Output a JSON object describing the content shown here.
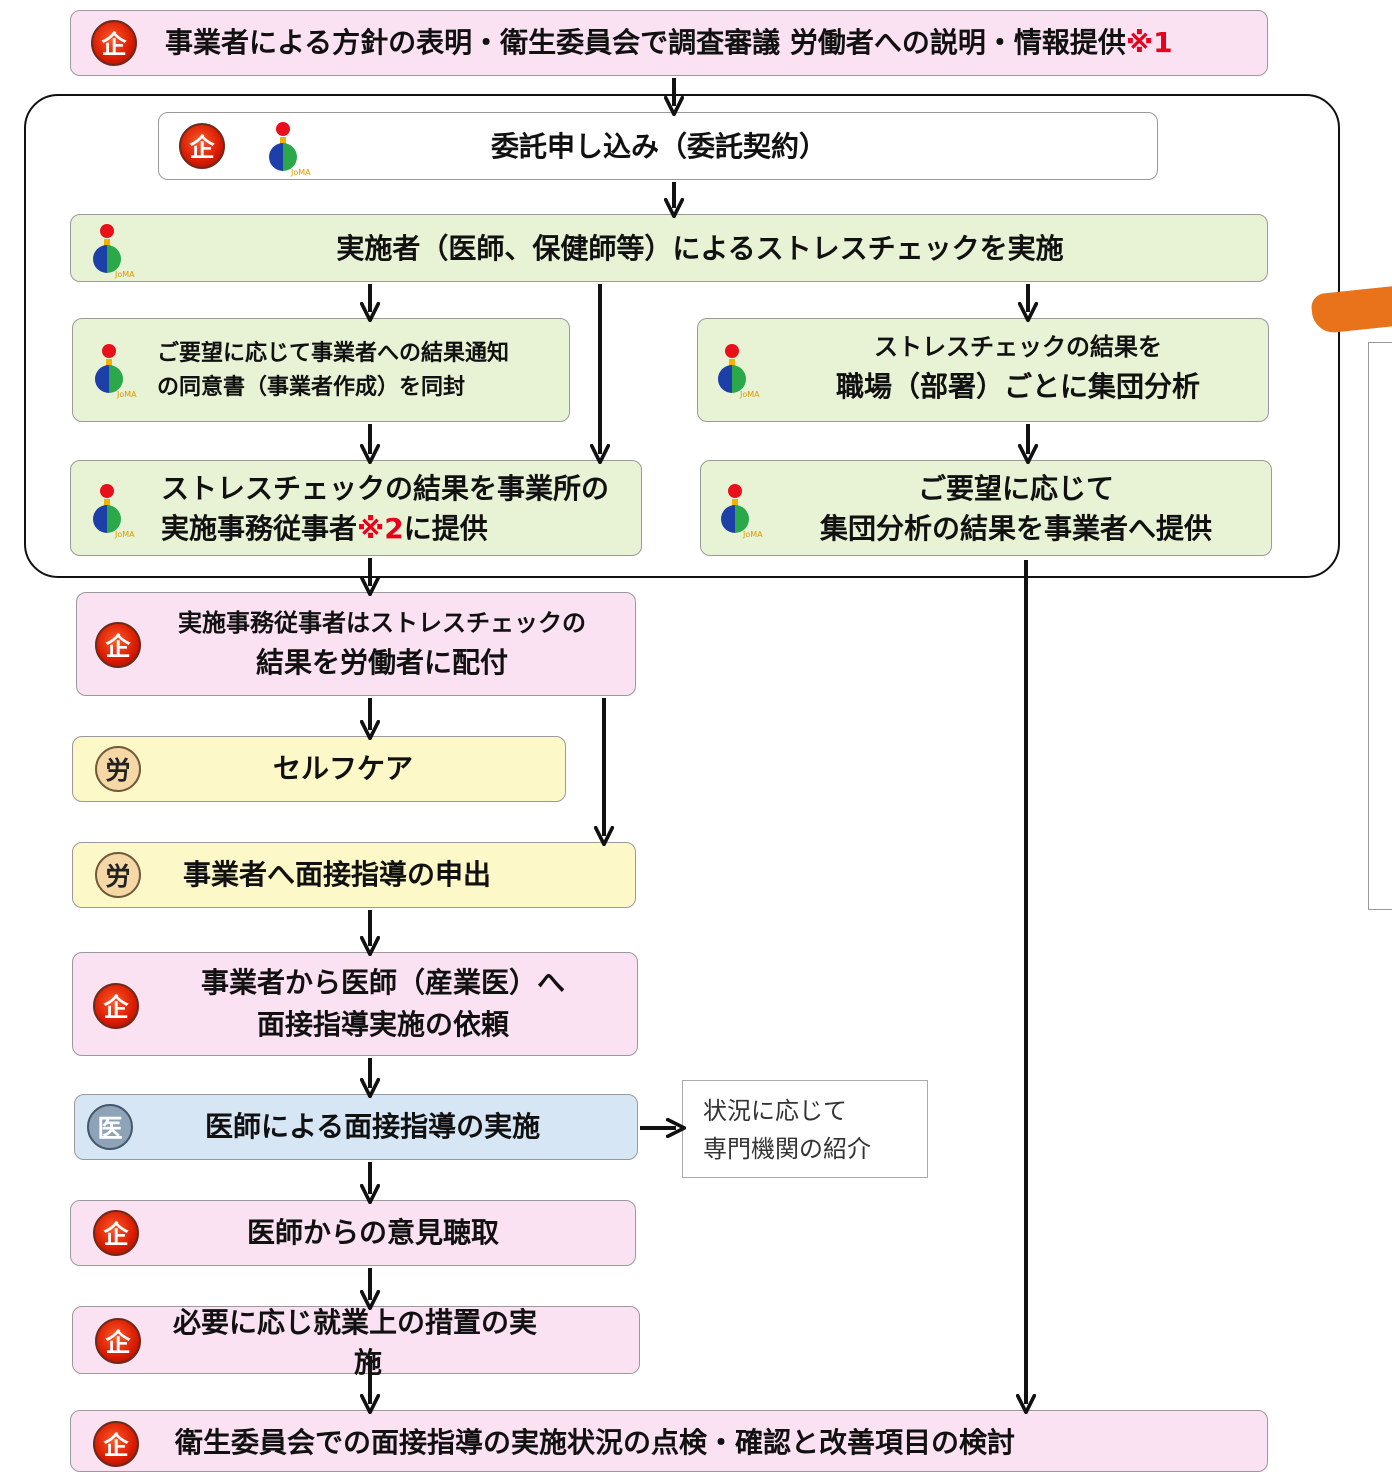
{
  "badges": {
    "kigyo": "企",
    "roudou": "労",
    "ishi": "医"
  },
  "logo_caption": "JoMA",
  "steps": {
    "policy": {
      "text": "事業者による方針の表明・衛生委員会で調査審議 労働者への説明・情報提供",
      "note": "※1"
    },
    "contract": {
      "text": "委託申し込み（委託契約）"
    },
    "implement": {
      "text": "実施者（医師、保健師等）によるストレスチェックを実施"
    },
    "consent": {
      "line1": "ご要望に応じて事業者への結果通知",
      "line2": "の同意書（事業者作成）を同封"
    },
    "group_analysis": {
      "line1": "ストレスチェックの結果を",
      "line2": "職場（部署）ごとに集団分析"
    },
    "provide_staff": {
      "line1": "ストレスチェックの結果を事業所の",
      "line2a": "実施事務従事者",
      "note": "※2",
      "line2b": "に提供"
    },
    "provide_group": {
      "line1": "ご要望に応じて",
      "line2": "集団分析の結果を事業者へ提供"
    },
    "distribute": {
      "line1": "実施事務従事者はストレスチェックの",
      "line2": "結果を労働者に配付"
    },
    "selfcare": {
      "text": "セルフケア"
    },
    "request": {
      "text": "事業者へ面接指導の申出"
    },
    "ask_doctor": {
      "line1": "事業者から医師（産業医）へ",
      "line2": "面接指導実施の依頼"
    },
    "interview": {
      "text": "医師による面接指導の実施"
    },
    "referral": {
      "line1": "状況に応じて",
      "line2": "専門機関の紹介"
    },
    "opinion": {
      "text": "医師からの意見聴取"
    },
    "measures": {
      "line1": "必要に応じ就業上の措置の実",
      "line2": "施"
    },
    "review": {
      "text": "衛生委員会での面接指導の実施状況の点検・確認と改善項目の検討"
    }
  },
  "colors": {
    "pink": "#fbe2f3",
    "green": "#e8f3d6",
    "yellow": "#fdf8c8",
    "blue": "#d6e6f4",
    "note_red": "#e8001a",
    "accent_orange": "#e8731a"
  }
}
